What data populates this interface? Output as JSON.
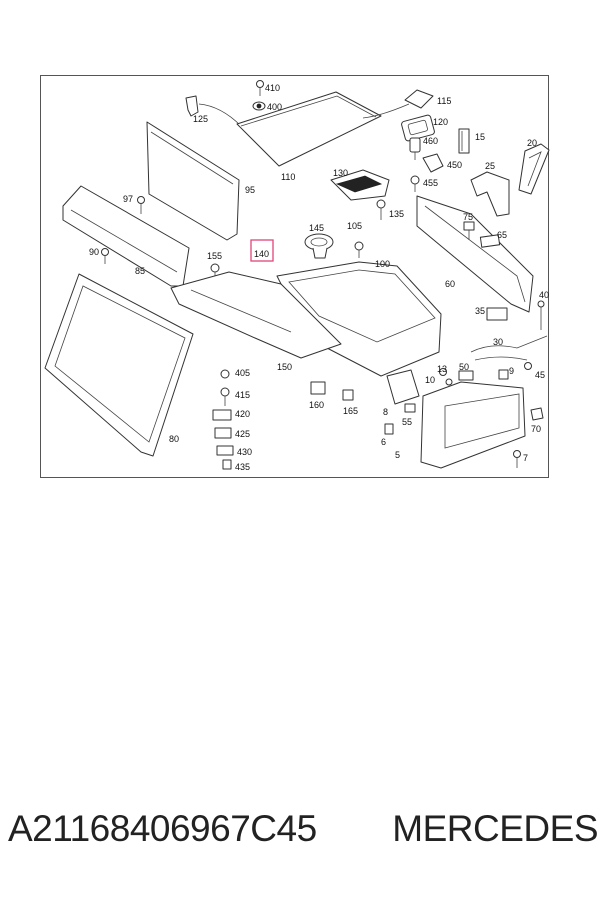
{
  "labels": {
    "410": "410",
    "400": "400",
    "115": "115",
    "125": "125",
    "120": "120",
    "15": "15",
    "20": "20",
    "460": "460",
    "450": "450",
    "25": "25",
    "455": "455",
    "95": "95",
    "110": "110",
    "130": "130",
    "97": "97",
    "135": "135",
    "75": "75",
    "65": "65",
    "145": "145",
    "105": "105",
    "90": "90",
    "155": "155",
    "140": "140",
    "100": "100",
    "85": "85",
    "60": "60",
    "40": "40",
    "35": "35",
    "30": "30",
    "150": "150",
    "50": "50",
    "13": "13",
    "405": "405",
    "10": "10",
    "9": "9",
    "45": "45",
    "415": "415",
    "160": "160",
    "165": "165",
    "8": "8",
    "420": "420",
    "55": "55",
    "70": "70",
    "425": "425",
    "6": "6",
    "80": "80",
    "430": "430",
    "5": "5",
    "7": "7",
    "435": "435"
  },
  "highlighted_label": "140",
  "highlight_color": "#e0457b",
  "part_number": "A21168406967C45",
  "brand": "MERCEDES"
}
